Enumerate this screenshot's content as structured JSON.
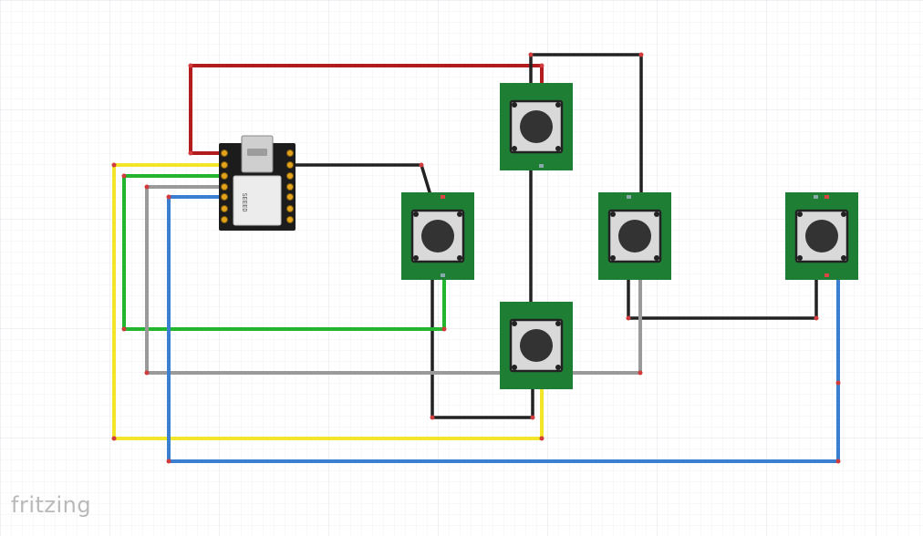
{
  "app": {
    "brand": "fritzing"
  },
  "board": {
    "label": "SEEED"
  },
  "colors": {
    "background": "#ffffff",
    "grid_minor": "#eef0f4",
    "grid_major": "#dde1e8",
    "wire_red": "#b31c1c",
    "wire_black": "#222222",
    "wire_yellow": "#f2e52a",
    "wire_green": "#22b52e",
    "wire_gray": "#9a9a9a",
    "wire_blue": "#3a7fd0",
    "pcb_green": "#1e7f34",
    "board_black": "#1c1c1c"
  },
  "components": [
    {
      "kind": "xiao-board"
    },
    {
      "kind": "pushbutton"
    },
    {
      "kind": "pushbutton"
    },
    {
      "kind": "pushbutton"
    },
    {
      "kind": "pushbutton"
    },
    {
      "kind": "pushbutton"
    }
  ],
  "wires": [
    {
      "color": "red"
    },
    {
      "color": "black"
    },
    {
      "color": "black"
    },
    {
      "color": "black"
    },
    {
      "color": "black"
    },
    {
      "color": "black"
    },
    {
      "color": "yellow"
    },
    {
      "color": "green"
    },
    {
      "color": "gray"
    },
    {
      "color": "blue"
    }
  ]
}
